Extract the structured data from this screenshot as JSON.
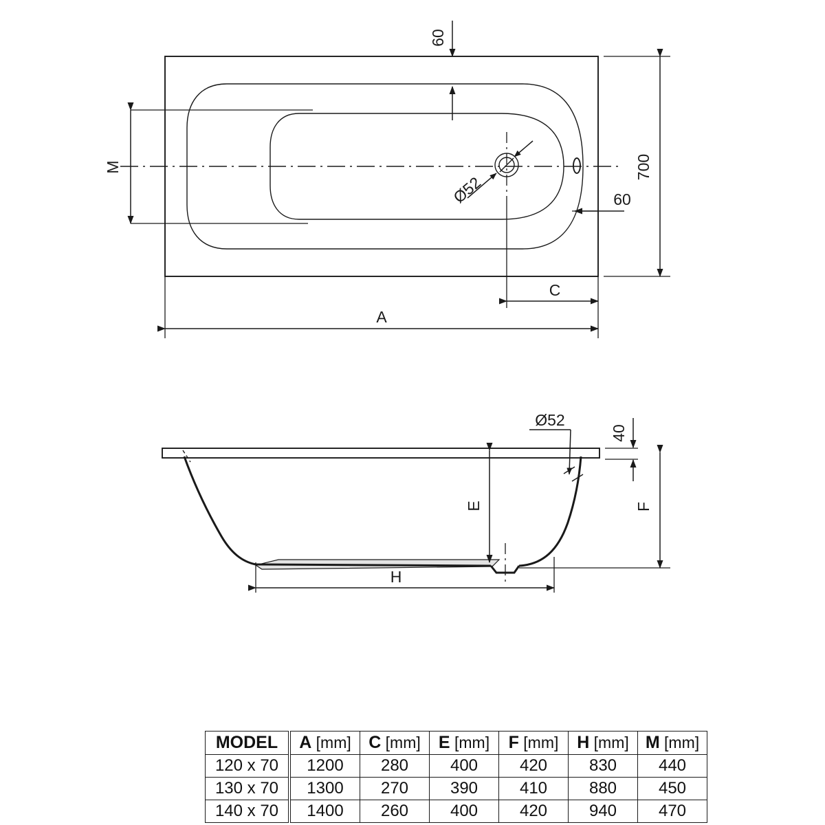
{
  "drawing": {
    "title": "Bathtub technical drawing",
    "top_view": {
      "name": "top-view",
      "labels": {
        "top_offset": "60",
        "side_offset": "60",
        "width_700": "700",
        "length_A": "A",
        "drain_offset_C": "C",
        "inner_width_M": "M",
        "drain_dia": "Ø52"
      }
    },
    "section_view": {
      "name": "section-view",
      "labels": {
        "overflow_dia": "Ø52",
        "rim_thickness": "40",
        "depth_E": "E",
        "total_height_F": "F",
        "base_length_H": "H"
      }
    }
  },
  "table": {
    "name": "model-dimensions-table",
    "headers": [
      {
        "sym": "MODEL",
        "unit": ""
      },
      {
        "sym": "A",
        "unit": "[mm]"
      },
      {
        "sym": "C",
        "unit": "[mm]"
      },
      {
        "sym": "E",
        "unit": "[mm]"
      },
      {
        "sym": "F",
        "unit": "[mm]"
      },
      {
        "sym": "H",
        "unit": "[mm]"
      },
      {
        "sym": "M",
        "unit": "[mm]"
      }
    ],
    "rows": [
      {
        "model": "120 x 70",
        "A": "1200",
        "C": "280",
        "E": "400",
        "F": "420",
        "H": "830",
        "M": "440"
      },
      {
        "model": "130 x 70",
        "A": "1300",
        "C": "270",
        "E": "390",
        "F": "410",
        "H": "880",
        "M": "450"
      },
      {
        "model": "140 x 70",
        "A": "1400",
        "C": "260",
        "E": "400",
        "F": "420",
        "H": "940",
        "M": "470"
      }
    ]
  },
  "chart_data": {
    "type": "table",
    "title": "Bathtub model dimensions",
    "columns": [
      "MODEL",
      "A [mm]",
      "C [mm]",
      "E [mm]",
      "F [mm]",
      "H [mm]",
      "M [mm]"
    ],
    "rows": [
      [
        "120 x 70",
        1200,
        280,
        400,
        420,
        830,
        440
      ],
      [
        "130 x 70",
        1300,
        270,
        390,
        410,
        880,
        450
      ],
      [
        "140 x 70",
        1400,
        260,
        400,
        420,
        940,
        470
      ]
    ],
    "annotations": [
      "60",
      "60",
      "700",
      "A",
      "C",
      "M",
      "Ø52",
      "40",
      "E",
      "F",
      "H"
    ]
  },
  "colors": {
    "line": "#1a1a1a",
    "background": "#ffffff",
    "base_shade": "#e3e3e3"
  }
}
